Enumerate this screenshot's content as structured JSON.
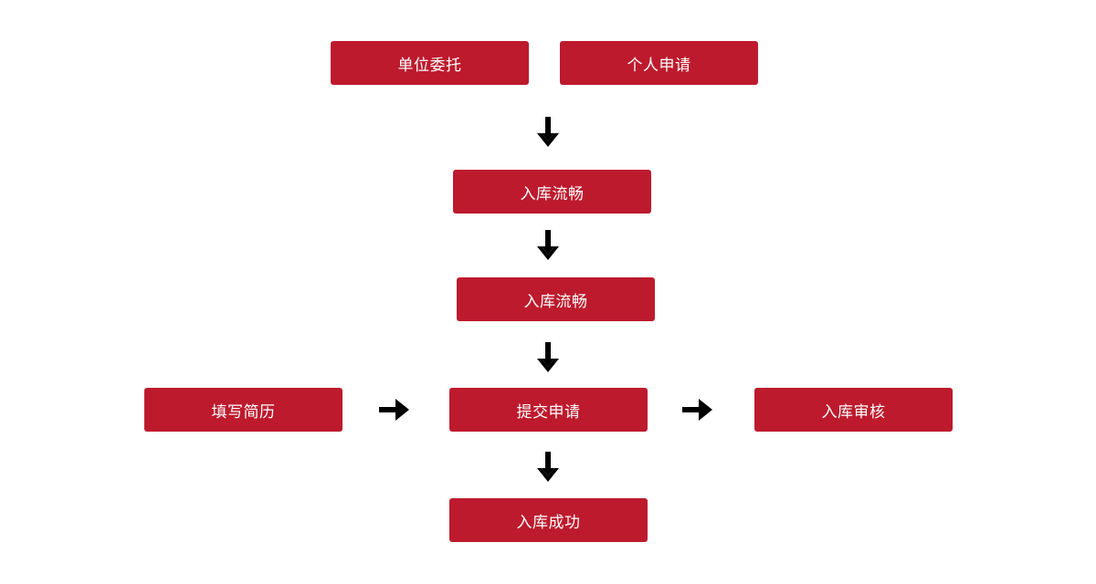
{
  "flowchart": {
    "nodes": {
      "unit_commission": "单位委托",
      "personal_application": "个人申请",
      "storage_smooth_1": "入库流畅",
      "storage_smooth_2": "入库流畅",
      "fill_resume": "填写简历",
      "submit_application": "提交申请",
      "storage_review": "入库审核",
      "storage_success": "入库成功"
    },
    "colors": {
      "node_fill": "#bd1a2d",
      "node_text": "#ffffff",
      "arrow": "#000000"
    }
  }
}
